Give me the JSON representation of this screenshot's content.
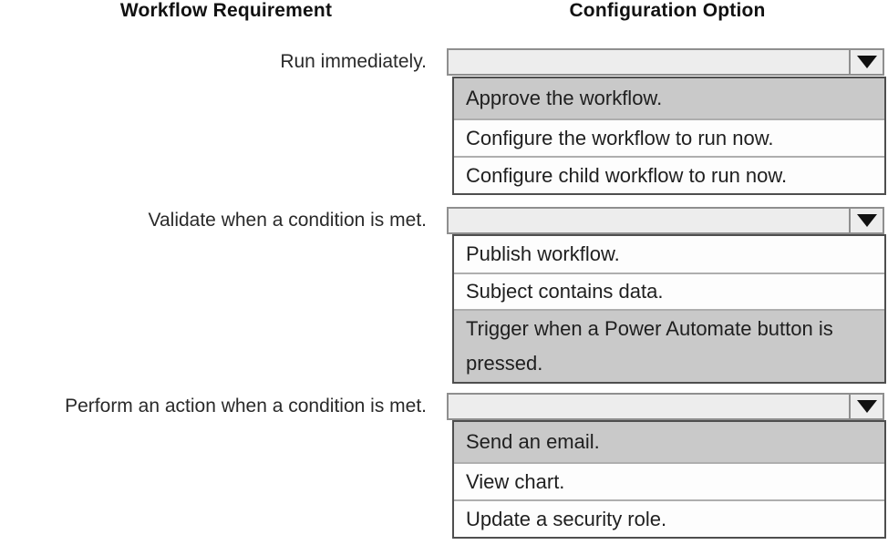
{
  "headers": {
    "left": "Workflow Requirement",
    "right": "Configuration Option"
  },
  "colors": {
    "highlight_gray": "#c9c9c9",
    "select_background": "#ededed",
    "list_border": "#4e4e4e",
    "select_border": "#8f8f8f",
    "row_divider": "#aeaeae",
    "text": "#1f1f1f"
  },
  "groups": [
    {
      "requirement": "Run immediately.",
      "dropdown": {
        "selected_value": "",
        "arrow_icon": "▼"
      },
      "options": [
        {
          "label": "Approve the workflow.",
          "highlighted": true
        },
        {
          "label": "Configure the workflow to run now.",
          "highlighted": false
        },
        {
          "label": "Configure child workflow to run now.",
          "highlighted": false
        }
      ]
    },
    {
      "requirement": "Validate when a condition is met.",
      "dropdown": {
        "selected_value": "",
        "arrow_icon": "▼"
      },
      "options": [
        {
          "label": "Publish workflow.",
          "highlighted": false
        },
        {
          "label": "Subject contains data.",
          "highlighted": false
        },
        {
          "label": "Trigger when a Power Automate button is pressed.",
          "highlighted": true
        }
      ]
    },
    {
      "requirement": "Perform an action when a condition is met.",
      "dropdown": {
        "selected_value": "",
        "arrow_icon": "▼"
      },
      "options": [
        {
          "label": "Send an email.",
          "highlighted": true
        },
        {
          "label": "View chart.",
          "highlighted": false
        },
        {
          "label": "Update a security role.",
          "highlighted": false
        }
      ]
    }
  ]
}
